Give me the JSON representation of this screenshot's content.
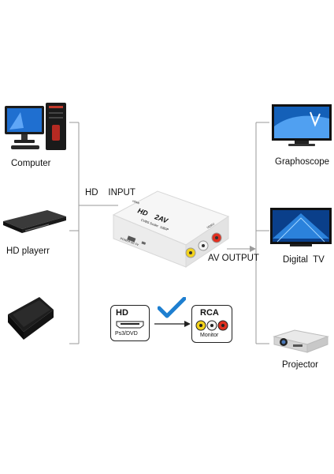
{
  "sources": [
    {
      "label": "Computer",
      "icon": "computer-icon"
    },
    {
      "label": "HD playerr",
      "icon": "hd-player-icon"
    },
    {
      "label": "",
      "icon": "game-console-icon"
    }
  ],
  "outputs": [
    {
      "label": "Graphoscope",
      "icon": "tv-icon"
    },
    {
      "label": "Digital  TV",
      "icon": "tv-icon"
    },
    {
      "label": "Projector",
      "icon": "projector-icon"
    }
  ],
  "input_label": "HD    INPUT",
  "output_label": "AV OUTPUT",
  "converter": {
    "title": "HD    2AV",
    "subtitle": "CVBS Scaler  1080P",
    "port_label": "POWER DC 5V",
    "small_label": "HDMI",
    "out_label": "VIDEO"
  },
  "legend": {
    "source_title": "HD",
    "source_subtitle": "Ps3/DVD",
    "target_title": "RCA",
    "target_subtitle": "Monitor",
    "check_icon": "checkmark-icon"
  },
  "colors": {
    "line": "#9a9a9a",
    "check": "#1e7fd0",
    "rca_yellow": "#f2d21c",
    "rca_white": "#f4f4f4",
    "rca_red": "#e03020"
  }
}
